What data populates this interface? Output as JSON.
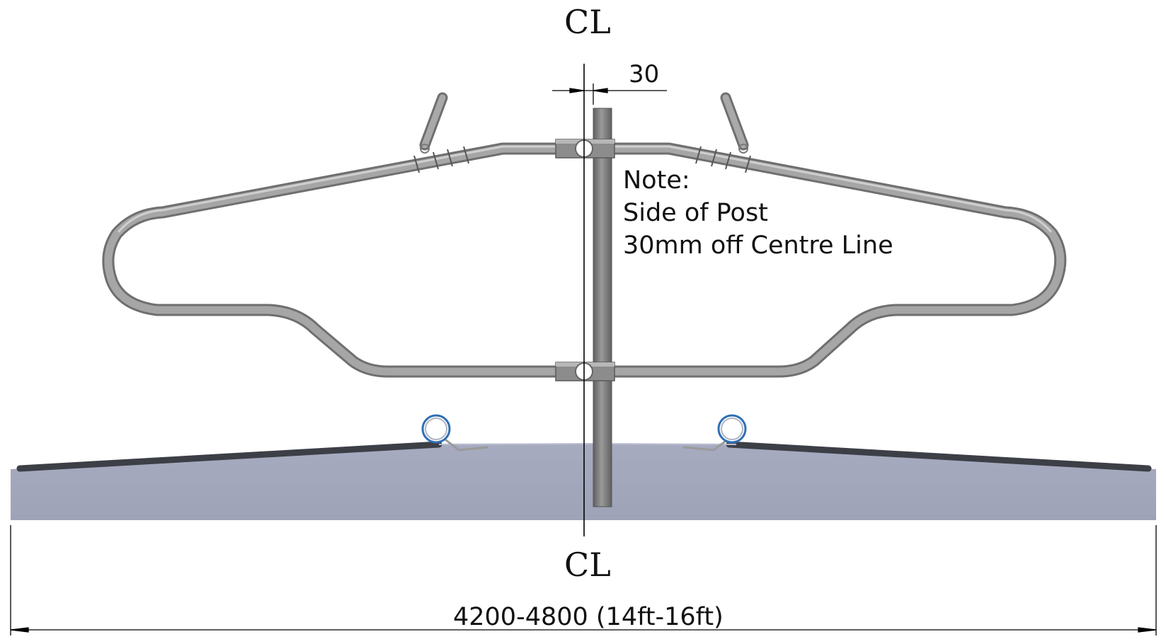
{
  "centre_line_symbol": "CL",
  "dimension_offset": "30",
  "note": {
    "heading": "Note:",
    "line1": "Side of Post",
    "line2": "30mm off Centre Line"
  },
  "dimension_width": "4200-4800 (14ft-16ft)",
  "colors": {
    "tube": "#8e8e8e",
    "tube_highlight": "#c9c9c9",
    "post": "#7c7c7c",
    "ground": "#a3a8be",
    "road_edge": "#3d3f47",
    "clip_ring": "#2f6fb5",
    "line": "#000000"
  }
}
